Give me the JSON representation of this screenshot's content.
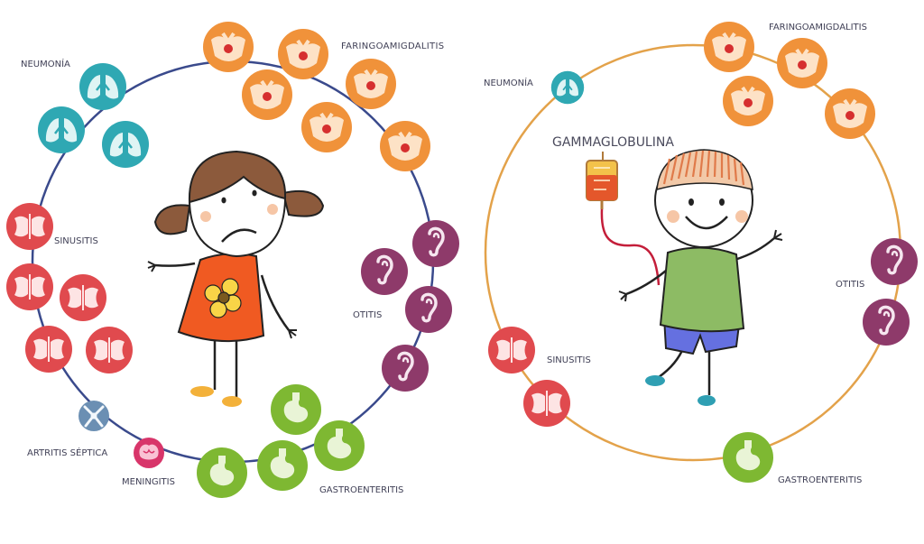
{
  "left_panel": {
    "labels": {
      "faringo": "FARINGOAMIGDALITIS",
      "neumonia": "NEUMONÍA",
      "sinusitis": "SINUSITIS",
      "otitis": "OTITIS",
      "artritis": "ARTRITIS SÉPTICA",
      "meningitis": "MENINGITIS",
      "gastro": "GASTROENTERITIS"
    },
    "ring_color": "#3a4a8c"
  },
  "right_panel": {
    "labels": {
      "faringo": "FARINGOAMIGDALITIS",
      "neumonia": "NEUMONÍA",
      "gammaglobulina": "GAMMAGLOBULINA",
      "otitis": "OTITIS",
      "sinusitis": "SINUSITIS",
      "gastro": "GASTROENTERITIS"
    },
    "ring_color": "#e3a24a"
  },
  "icons": {
    "throat": {
      "name": "throat-icon",
      "color": "#f0923a"
    },
    "lungs": {
      "name": "lungs-icon",
      "color": "#2fa8b3"
    },
    "sinus": {
      "name": "sinus-icon",
      "color": "#e04a4e"
    },
    "ear": {
      "name": "ear-icon",
      "color": "#8e3a6a"
    },
    "stomach": {
      "name": "stomach-icon",
      "color": "#7eb832"
    },
    "joint": {
      "name": "joint-icon",
      "color": "#6b8fb3"
    },
    "brain": {
      "name": "brain-icon",
      "color": "#d8356a"
    }
  },
  "characters": {
    "girl": {
      "dress_color": "#f05a22",
      "hair_color": "#8c5a3c",
      "mood": "sad"
    },
    "boy": {
      "shirt_color": "#8dbb64",
      "shorts_color": "#6570e0",
      "mood": "happy"
    }
  }
}
